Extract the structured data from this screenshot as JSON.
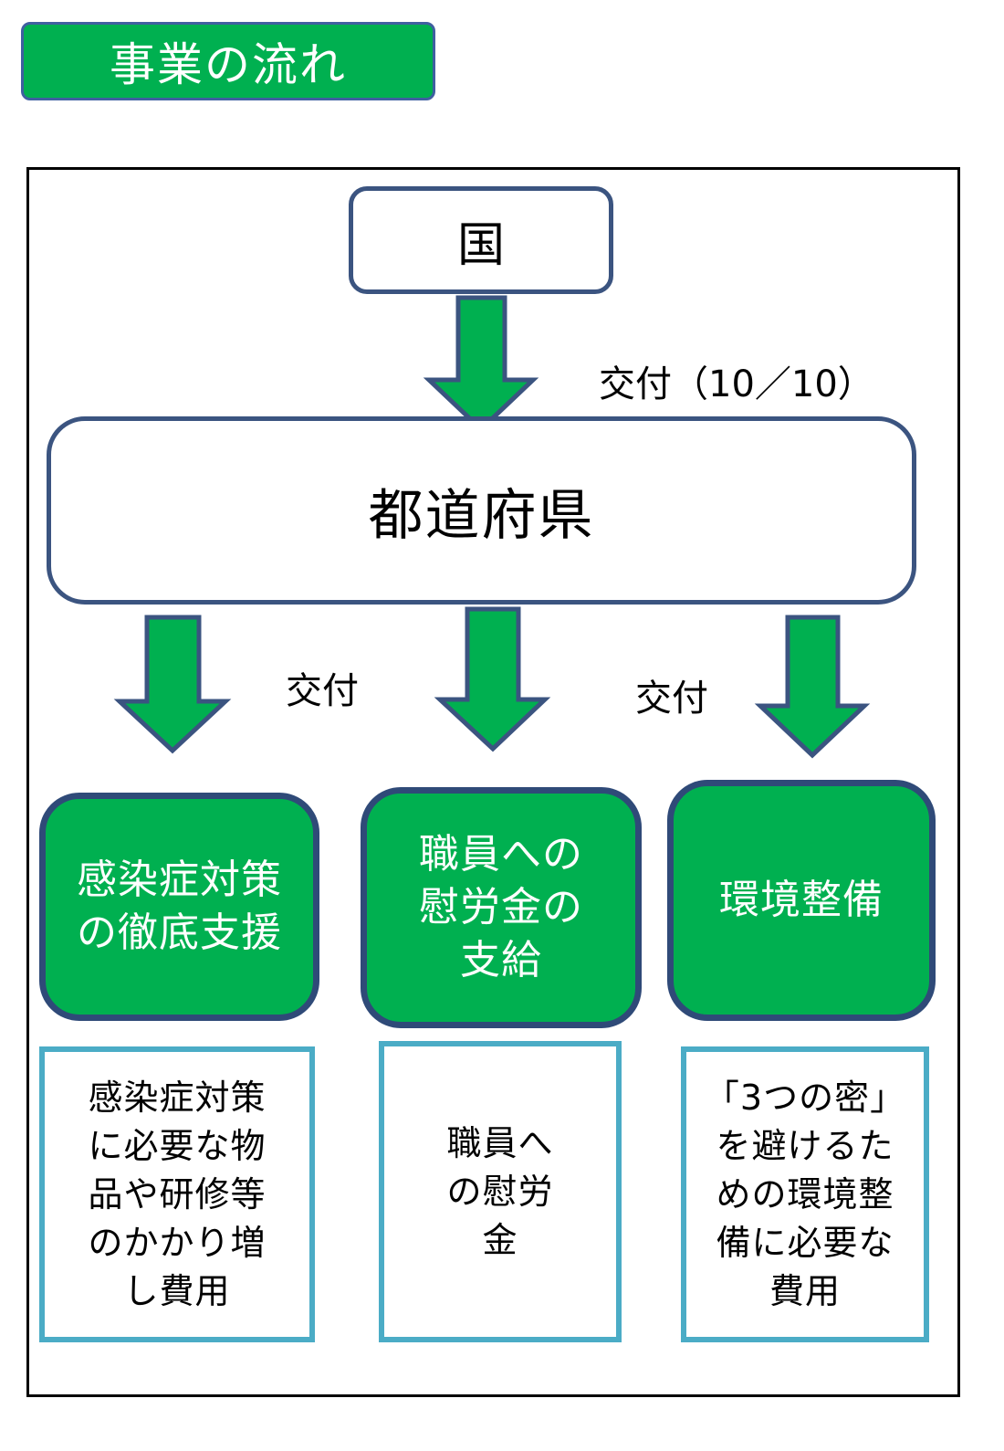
{
  "title": "事業の流れ",
  "colors": {
    "green": "#00b050",
    "dark_border": "#2f4a78",
    "node_border": "#3b5480",
    "desc_border": "#4bacc6",
    "frame": "#000000"
  },
  "nodes": {
    "country": "国",
    "prefecture": "都道府県"
  },
  "labels": {
    "grant_ratio": "交付（10／10）",
    "grant_left": "交付",
    "grant_right": "交付"
  },
  "measures": [
    {
      "title": "感染症対策\nの徹底支援",
      "description": "感染症対策\nに必要な物\n品や研修等\nのかかり増\nし費用"
    },
    {
      "title": "職員への\n慰労金の\n支給",
      "description": "職員へ\nの慰労\n金"
    },
    {
      "title": "環境整備",
      "description": "「3つの密」\nを避けるた\nめの環境整\n備に必要な\n費用"
    }
  ]
}
